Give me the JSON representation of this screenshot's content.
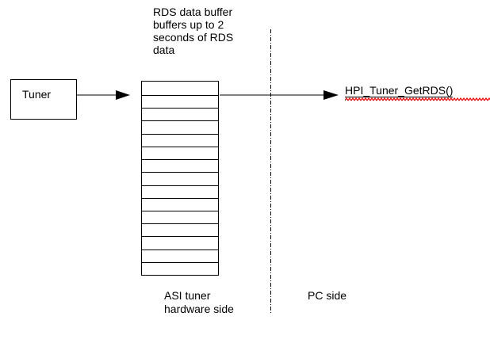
{
  "annotation": {
    "lines": [
      "RDS data buffer",
      "buffers up to 2",
      "seconds of RDS",
      "data"
    ]
  },
  "tuner": {
    "label": "Tuner"
  },
  "buffer": {
    "rows": 15
  },
  "function_call": {
    "label": "HPI_Tuner_GetRDS()"
  },
  "sides": {
    "left_lines": [
      "ASI tuner",
      "hardware side"
    ],
    "right": "PC side"
  },
  "colors": {
    "line": "#000000",
    "text": "#000000",
    "squiggle": "#ff0000",
    "background": "#ffffff"
  }
}
